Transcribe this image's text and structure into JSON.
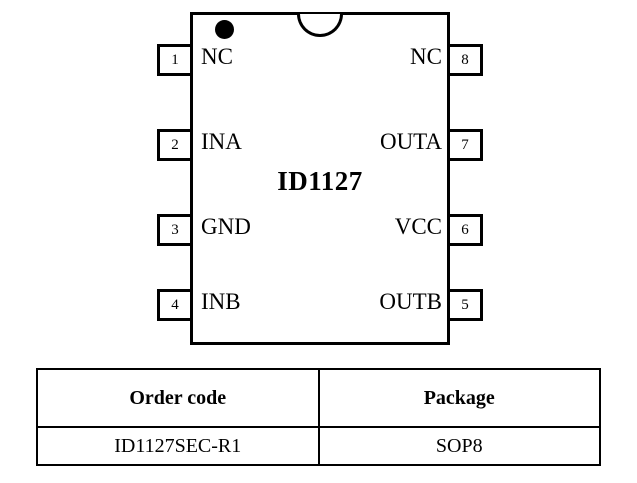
{
  "chip": {
    "title": "ID1127",
    "left_pins": [
      {
        "num": "1",
        "label": "NC"
      },
      {
        "num": "2",
        "label": "INA"
      },
      {
        "num": "3",
        "label": "GND"
      },
      {
        "num": "4",
        "label": "INB"
      }
    ],
    "right_pins": [
      {
        "num": "8",
        "label": "NC"
      },
      {
        "num": "7",
        "label": "OUTA"
      },
      {
        "num": "6",
        "label": "VCC"
      },
      {
        "num": "5",
        "label": "OUTB"
      }
    ]
  },
  "table": {
    "headers": [
      "Order code",
      "Package"
    ],
    "rows": [
      [
        "ID1127SEC-R1",
        "SOP8"
      ]
    ]
  },
  "colors": {
    "line": "#000000",
    "background": "#ffffff"
  }
}
